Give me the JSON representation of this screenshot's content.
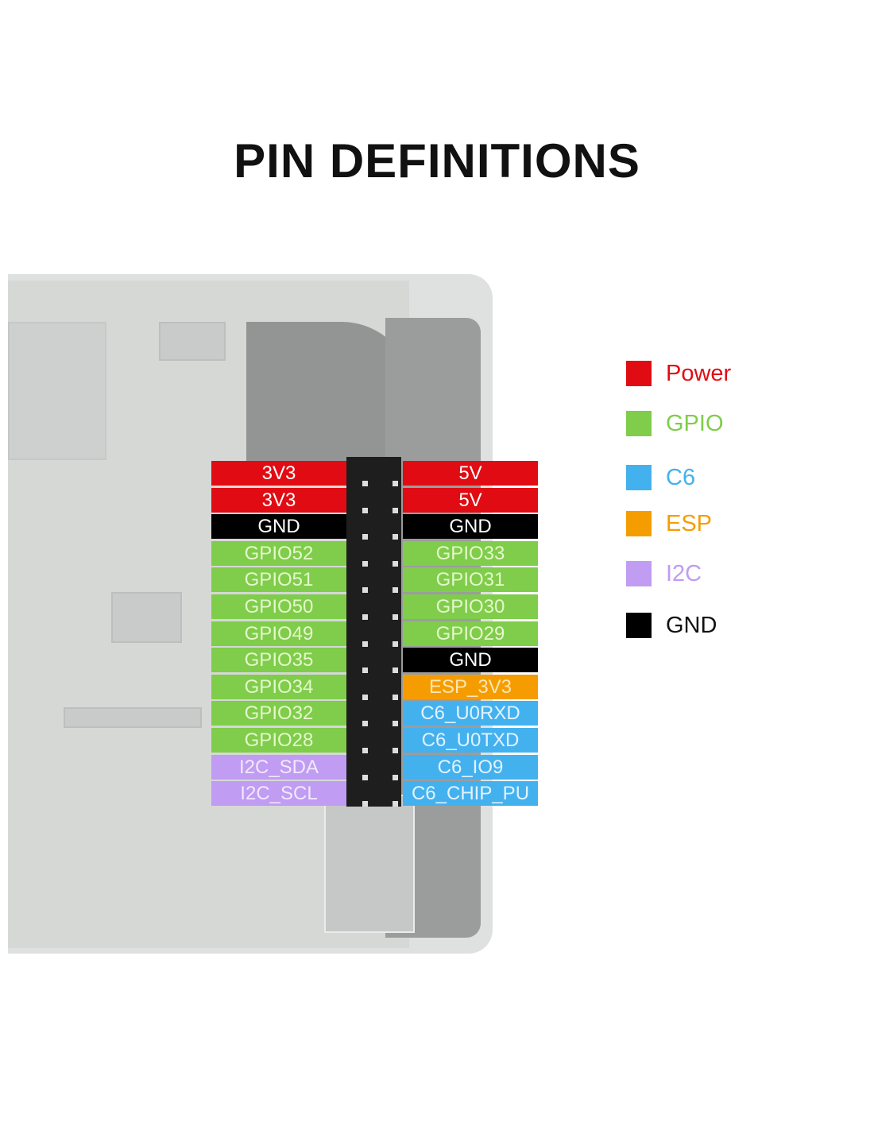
{
  "title": "PIN DEFINITIONS",
  "colors": {
    "power": "#e10c13",
    "gpio": "#7fcd4b",
    "c6": "#44b1ef",
    "esp": "#f59d00",
    "i2c": "#c09cf2",
    "gnd": "#000000"
  },
  "pins": {
    "left": [
      {
        "label": "3V3",
        "type": "power"
      },
      {
        "label": "3V3",
        "type": "power"
      },
      {
        "label": "GND",
        "type": "gnd"
      },
      {
        "label": "GPIO52",
        "type": "gpio"
      },
      {
        "label": "GPIO51",
        "type": "gpio"
      },
      {
        "label": "GPIO50",
        "type": "gpio"
      },
      {
        "label": "GPIO49",
        "type": "gpio"
      },
      {
        "label": "GPIO35",
        "type": "gpio"
      },
      {
        "label": "GPIO34",
        "type": "gpio"
      },
      {
        "label": "GPIO32",
        "type": "gpio"
      },
      {
        "label": "GPIO28",
        "type": "gpio"
      },
      {
        "label": "I2C_SDA",
        "type": "i2c"
      },
      {
        "label": "I2C_SCL",
        "type": "i2c"
      }
    ],
    "right": [
      {
        "label": "5V",
        "type": "power"
      },
      {
        "label": "5V",
        "type": "power"
      },
      {
        "label": "GND",
        "type": "gnd"
      },
      {
        "label": "GPIO33",
        "type": "gpio"
      },
      {
        "label": "GPIO31",
        "type": "gpio"
      },
      {
        "label": "GPIO30",
        "type": "gpio"
      },
      {
        "label": "GPIO29",
        "type": "gpio"
      },
      {
        "label": "GND",
        "type": "gnd"
      },
      {
        "label": "ESP_3V3",
        "type": "esp"
      },
      {
        "label": "C6_U0RXD",
        "type": "c6"
      },
      {
        "label": "C6_U0TXD",
        "type": "c6"
      },
      {
        "label": "C6_IO9",
        "type": "c6"
      },
      {
        "label": "C6_CHIP_PU",
        "type": "c6"
      }
    ]
  },
  "legend": [
    {
      "label": "Power",
      "type": "power"
    },
    {
      "label": "GPIO",
      "type": "gpio"
    },
    {
      "label": "C6",
      "type": "c6"
    },
    {
      "label": "ESP",
      "type": "esp"
    },
    {
      "label": "I2C",
      "type": "i2c"
    },
    {
      "label": "GND",
      "type": "gnd"
    }
  ]
}
